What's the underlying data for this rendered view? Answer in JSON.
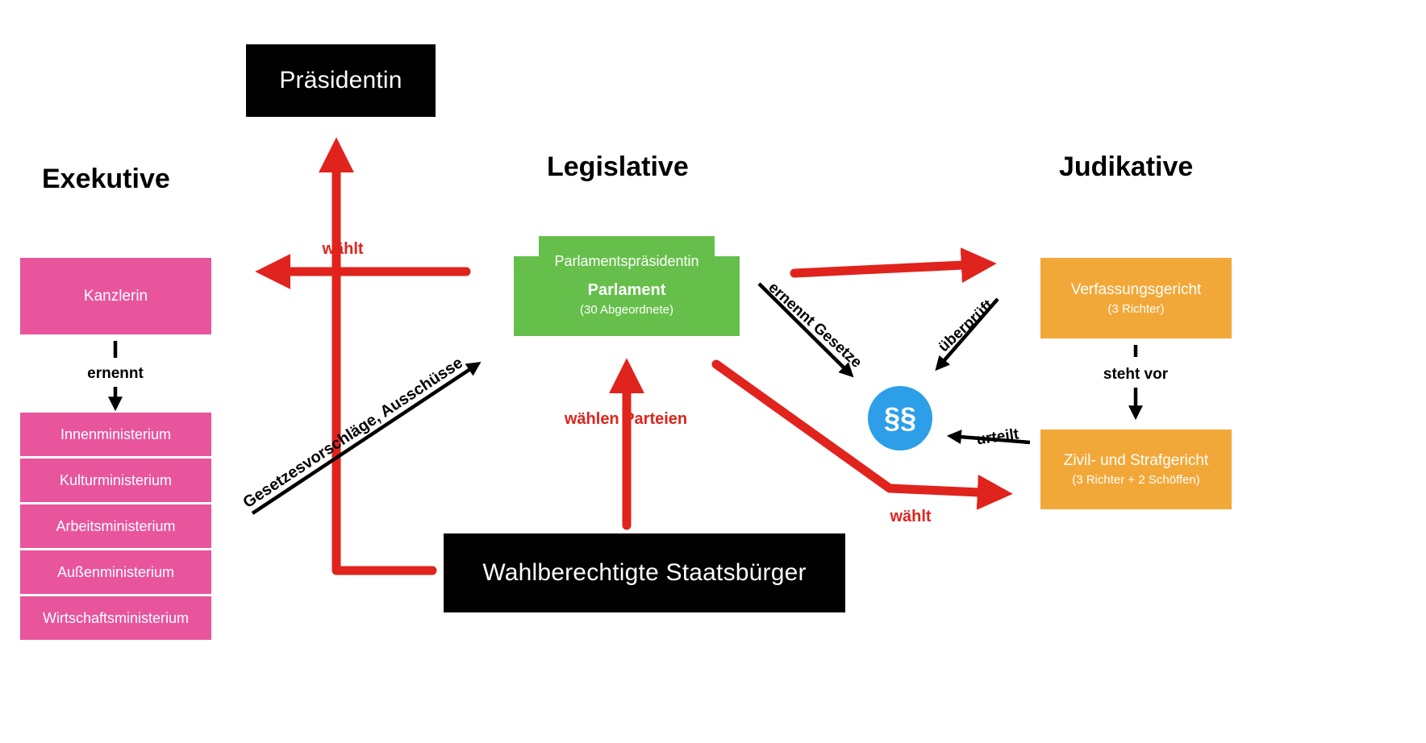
{
  "headings": {
    "exekutive": "Exekutive",
    "legislative": "Legislative",
    "judikative": "Judikative"
  },
  "colors": {
    "pink": "#e8559d",
    "green": "#66bf4a",
    "orange": "#f2a838",
    "blue": "#2d9fe8",
    "red": "#e0231d",
    "black": "#000000"
  },
  "nodes": {
    "praesidentin": {
      "label": "Präsidentin"
    },
    "kanzlerin": {
      "label": "Kanzlerin"
    },
    "ministries": [
      "Innenministerium",
      "Kulturministerium",
      "Arbeitsministerium",
      "Außenministerium",
      "Wirtschaftsministerium"
    ],
    "parlament": {
      "tab": "Parlamentspräsidentin",
      "title": "Parlament",
      "subtitle": "(30 Abgeordnete)"
    },
    "verfassungsgericht": {
      "title": "Verfassungsgericht",
      "subtitle": "(3 Richter)"
    },
    "zivilgericht": {
      "title": "Zivil- und Strafgericht",
      "subtitle": "(3 Richter + 2 Schöffen)"
    },
    "wahlberechtigte": {
      "label": "Wahlberechtigte Staatsbürger"
    },
    "paragraph_circle": {
      "label": "§§"
    }
  },
  "edges": {
    "waehlt_top": "wählt",
    "ernennt": "ernennt",
    "gesetzesvorschlaege": "Gesetzesvorschläge, Ausschüsse",
    "waehlen_parteien": "wählen Parteien",
    "ernennt_gesetze": "ernennt Gesetze",
    "ueberprueft": "überprüft",
    "steht_vor": "steht vor",
    "urteilt": "urteilt",
    "waehlt_bottom": "wählt"
  }
}
